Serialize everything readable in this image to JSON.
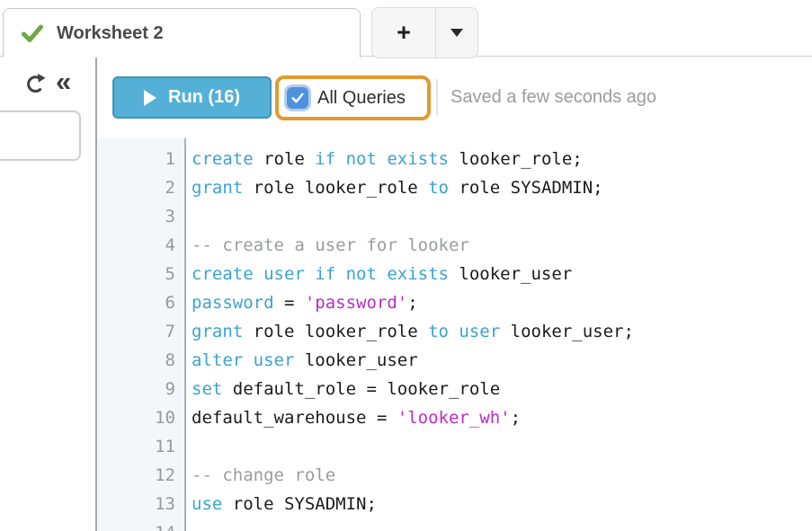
{
  "tab_bar": {
    "active_tab_label": "Worksheet 2",
    "new_tab_button": "+"
  },
  "sidebar": {
    "collapse_glyph": "«"
  },
  "toolbar": {
    "run_button_label": "Run (16)",
    "all_queries_label": "All Queries",
    "all_queries_checked": true,
    "saved_status": "Saved a few seconds ago"
  },
  "icons": {
    "worksheet_status": "check-icon",
    "refresh": "refresh-icon",
    "collapse": "double-chevron-left-icon",
    "tab_menu": "caret-down-icon",
    "run": "play-icon",
    "checkbox": "checkmark-icon"
  },
  "colors": {
    "run_button": "#54b0d6",
    "run_button_border": "#3d95bc",
    "annotation_orange": "#e19a2f",
    "checkbox_blue": "#4d92dc",
    "check_green": "#6fa743",
    "keyword": "#3aa3ce",
    "string": "#bb2cc9",
    "comment": "#9a9c9e",
    "code_text": "#1b1b1b"
  },
  "editor": {
    "line_count": 14,
    "lines": [
      [
        [
          "create",
          "kw"
        ],
        [
          " role ",
          "pl"
        ],
        [
          "if not exists",
          "kw"
        ],
        [
          " looker_role;",
          "pl"
        ]
      ],
      [
        [
          "grant",
          "kw"
        ],
        [
          " role looker_role ",
          "pl"
        ],
        [
          "to",
          "kw"
        ],
        [
          " role SYSADMIN;",
          "pl"
        ]
      ],
      [],
      [
        [
          "-- create a user for looker",
          "com"
        ]
      ],
      [
        [
          "create user if not exists",
          "kw"
        ],
        [
          " looker_user",
          "pl"
        ]
      ],
      [
        [
          "password",
          "kw"
        ],
        [
          " = ",
          "pl"
        ],
        [
          "'password'",
          "str"
        ],
        [
          ";",
          "pl"
        ]
      ],
      [
        [
          "grant",
          "kw"
        ],
        [
          " role looker_role ",
          "pl"
        ],
        [
          "to user",
          "kw"
        ],
        [
          " looker_user;",
          "pl"
        ]
      ],
      [
        [
          "alter user",
          "kw"
        ],
        [
          " looker_user",
          "pl"
        ]
      ],
      [
        [
          "set",
          "kw"
        ],
        [
          " default_role = looker_role",
          "pl"
        ]
      ],
      [
        [
          "default_warehouse = ",
          "pl"
        ],
        [
          "'looker_wh'",
          "str"
        ],
        [
          ";",
          "pl"
        ]
      ],
      [],
      [
        [
          "-- change role",
          "com"
        ]
      ],
      [
        [
          "use",
          "kw"
        ],
        [
          " role SYSADMIN;",
          "pl"
        ]
      ],
      []
    ]
  }
}
